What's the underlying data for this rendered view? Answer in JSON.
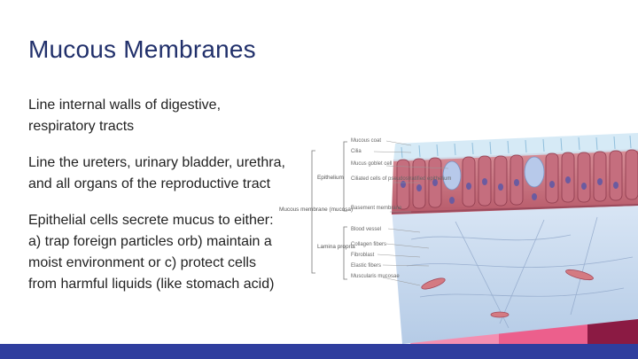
{
  "slide": {
    "title": "Mucous Membranes",
    "bullets": [
      "Line internal walls of digestive, respiratory tracts",
      "Line the ureters, urinary bladder, urethra, and all organs of the reproductive tract",
      "Epithelial cells secrete mucus to either: a) trap foreign particles orb) maintain a moist environment or c) protect cells from harmful liquids (like stomach acid)"
    ]
  },
  "figure": {
    "group_labels": {
      "epithelium": "Epithelium",
      "mucous_membrane": "Mucous membrane (mucosa)",
      "lamina_propria": "Lamina propria"
    },
    "labels": [
      "Mucous coat",
      "Cilia",
      "Mucus goblet cell",
      "Ciliated cells of pseudostratified epithelium",
      "Basement membrane",
      "Blood vessel",
      "Collagen fibers",
      "Fibroblast",
      "Elastic fibers",
      "Muscularis mucosae"
    ]
  },
  "colors": {
    "title": "#21306b",
    "bar": "#2f3e9e",
    "pink_light": "#f48fb1",
    "pink_mid": "#ec5f8c",
    "pink_dark": "#8b1a43"
  }
}
